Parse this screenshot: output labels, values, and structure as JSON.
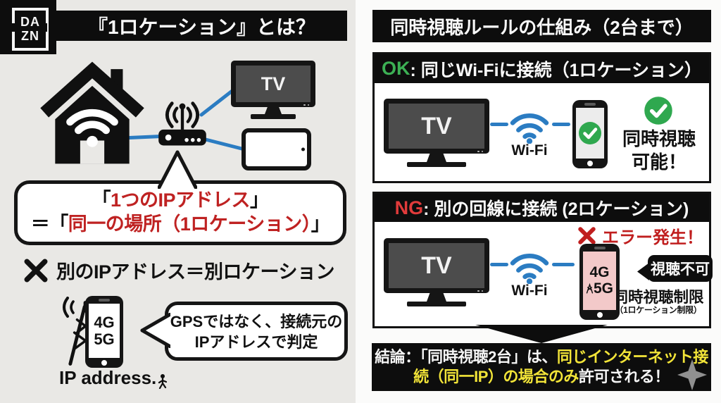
{
  "brand": {
    "name": "DAZN",
    "logo_line1": "DA",
    "logo_line2": "ZN"
  },
  "left": {
    "title": "『1ロケーション』とは？",
    "tv_label": "TV",
    "bubble": {
      "l1_pre": "「",
      "l1_red": "1つのIPアドレス",
      "l1_post": "」",
      "l2_pre": "＝「",
      "l2_red": "同一の場所（1ロケーション）",
      "l2_post": "」"
    },
    "rule_text": "別のIPアドレス＝別ロケーション",
    "phone_4g": "4G",
    "phone_5g": "5G",
    "ip_label": "IP address.",
    "callout_line1": "GPSではなく、接続元の",
    "callout_line2": "IPアドレスで判定"
  },
  "right": {
    "title": "同時視聴ルールの仕組み（2台まで）",
    "ok": {
      "badge": "OK",
      "header": " : 同じWi-Fiに接続（1ロケーション）",
      "tv_label": "TV",
      "wifi_label": "Wi-Fi",
      "result_line1": "同時視聴",
      "result_line2": "可能！"
    },
    "ng": {
      "badge": "NG",
      "header": ": 別の回線に接続 (2ロケーション)",
      "error_text": "エラー発生！",
      "tv_label": "TV",
      "wifi_label": "Wi-Fi",
      "phone_4g": "4G",
      "phone_5g": "5G",
      "bubble": "視聴不可",
      "restrict_line1": "同時視聴制限",
      "restrict_line2": "（1ロケーション制限）"
    },
    "conclusion": {
      "white1": "結論：「同時視聴2台」は、",
      "yellow1": "同じインターネット接",
      "yellow2": "続（同一IP）の場合のみ",
      "white2": "許可される！"
    }
  },
  "colors": {
    "accent_blue": "#2b7cc2",
    "ok_green": "#2fa84f",
    "ng_red": "#e23b3b",
    "error_red": "#c01e1e",
    "highlight_yellow": "#f2e438",
    "panel_black": "#0d0d0d",
    "phone_pink": "#f3c9c9",
    "background_gray": "#e9e8e5"
  }
}
